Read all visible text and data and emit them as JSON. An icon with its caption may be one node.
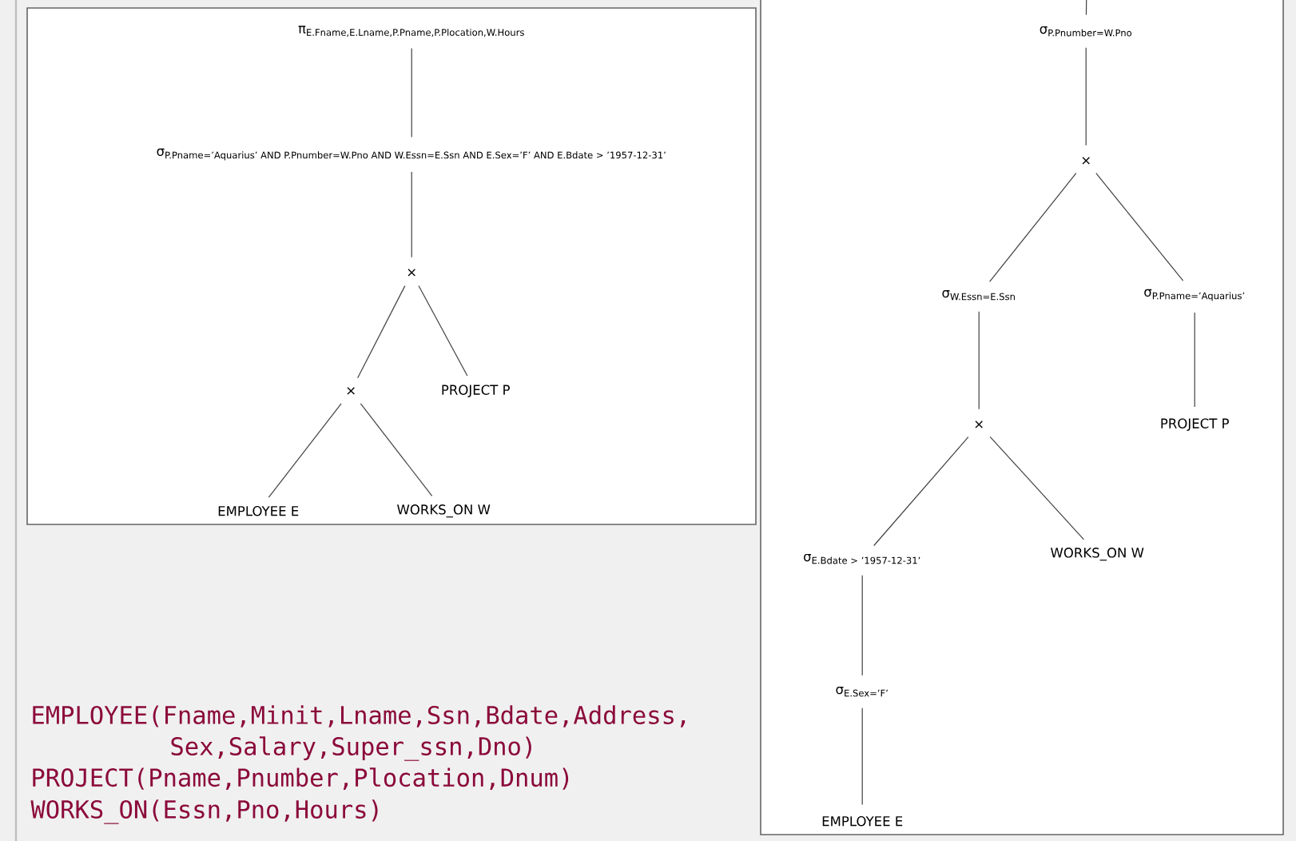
{
  "diagram": {
    "nodes": [
      {
        "text": [],
        "shape": "box"
      },
      {
        "text": [
          "\\text{π}_{\\text{E.Fname,E.Lname,P.Pname,P.Plocation,W.Hours}}"
        ],
        "in": 0
      },
      {
        "text": [
          "\\text{σ}_{\\text{P.Pname='Aquarius' AND P.Pnumber=W.Pno AND W.Essn=E.Ssn AND E.Sex='F' AND E.Bdate > '1957-12-31'}}"
        ],
        "in": 0
      },
      {
        "text": [
          "×"
        ],
        "in": 0
      },
      {
        "text": [
          "×"
        ],
        "in": 0
      },
      {
        "text": [
          "PROJECT P"
        ],
        "in": 0
      },
      {
        "text": [
          "EMPLOYEE E"
        ],
        "in": 0
      },
      {
        "text": [
          "WORKS_ON W"
        ],
        "in": 0
      },
      {
        "text": [],
        "shape": "box"
      },
      {
        "text": [
          "\\text{σ}_{\\text{P.Pnumber=W.Pno}}"
        ],
        "in": 8
      },
      {
        "text": [
          "×"
        ],
        "in": 8
      },
      {
        "text": [
          "\\text{σ}_{\\text{W.Essn=E.Ssn}}"
        ],
        "in": 8
      },
      {
        "text": [
          "\\text{σ}_{\\text{P.Pname='Aquarius'}}"
        ],
        "in": 8
      },
      {
        "text": [
          "×"
        ],
        "in": 8
      },
      {
        "text": [
          "PROJECT P"
        ],
        "in": 8
      },
      {
        "text": [
          "\\text{σ}_{\\text{E.Bdate > '1957-12-31'}}"
        ],
        "in": 8
      },
      {
        "text": [
          "WORKS_ON W"
        ],
        "in": 8
      },
      {
        "text": [
          "\\text{σ}_{\\text{E.Sex='F'}}"
        ],
        "in": 8
      },
      {
        "text": [
          "EMPLOYEE E"
        ],
        "in": 8
      }
    ],
    "edges": [
      {
        "from": 1,
        "to": 2,
        "arrow": "none"
      },
      {
        "from": 2,
        "to": 3,
        "arrow": "none"
      },
      {
        "from": 3,
        "to": 4,
        "arrow": "none"
      },
      {
        "from": 3,
        "to": 5,
        "arrow": "none"
      },
      {
        "from": 4,
        "to": 6,
        "arrow": "none"
      },
      {
        "from": 4,
        "to": 7,
        "arrow": "none"
      },
      {
        "from": null,
        "to": 9,
        "arrow": "none"
      },
      {
        "from": 9,
        "to": 10,
        "arrow": "none"
      },
      {
        "from": 10,
        "to": 11,
        "arrow": "none"
      },
      {
        "from": 10,
        "to": 12,
        "arrow": "none"
      },
      {
        "from": 11,
        "to": 13,
        "arrow": "none"
      },
      {
        "from": 12,
        "to": 14,
        "arrow": "none"
      },
      {
        "from": 13,
        "to": 15,
        "arrow": "none"
      },
      {
        "from": 13,
        "to": 16,
        "arrow": "none"
      },
      {
        "from": 15,
        "to": 17,
        "arrow": "none"
      },
      {
        "from": 17,
        "to": 18,
        "arrow": "none"
      }
    ],
    "labels": [
      "EMPLOYEE(Fname,Minit,Lname,Ssn,Bdate,Address, Sex,Salary,Super_ssn,Dno)",
      "PROJECT(Pname,Pnumber,Plocation,Dnum)",
      "WORKS_ON(Essn,Pno,Hours)"
    ]
  }
}
